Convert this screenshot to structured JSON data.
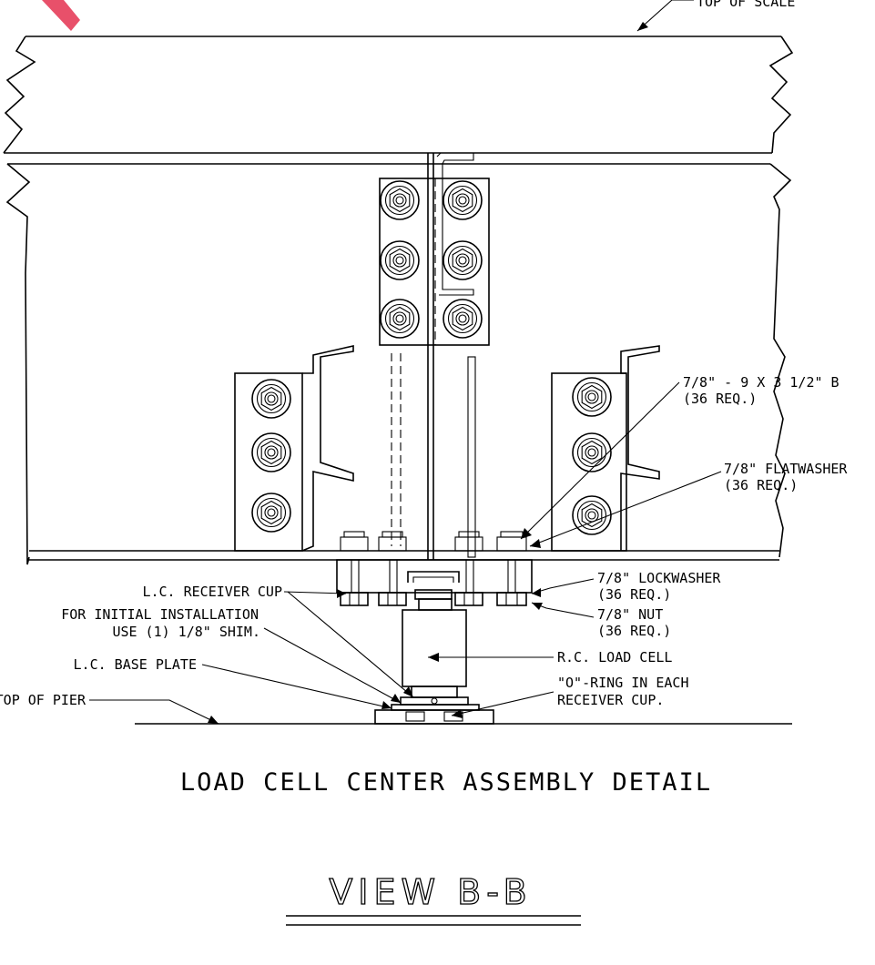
{
  "labels": {
    "top_of_scale": "TOP OF SCALE",
    "bolt": "7/8\" - 9 X 3 1/2\" B",
    "bolt_qty": "(36 REQ.)",
    "flatwasher": "7/8\" FLATWASHER",
    "flatwasher_qty": "(36 REQ.)",
    "lockwasher": "7/8\" LOCKWASHER",
    "lockwasher_qty": "(36 REQ.)",
    "nut": "7/8\" NUT",
    "nut_qty": "(36 REQ.)",
    "receiver_cup": "L.C. RECEIVER CUP",
    "shim_line1": "FOR INITIAL INSTALLATION",
    "shim_line2": "USE (1) 1/8\" SHIM.",
    "base_plate": "L.C. BASE PLATE",
    "top_of_pier": "TOP OF PIER",
    "load_cell": "R.C. LOAD CELL",
    "oring_line1": "\"O\"-RING IN EACH",
    "oring_line2": "RECEIVER CUP."
  },
  "title": "LOAD CELL CENTER ASSEMBLY DETAIL",
  "view_title": "VIEW B-B",
  "colors": {
    "ink": "#000000",
    "paper": "#ffffff",
    "corner_mark": "#e8506a"
  }
}
